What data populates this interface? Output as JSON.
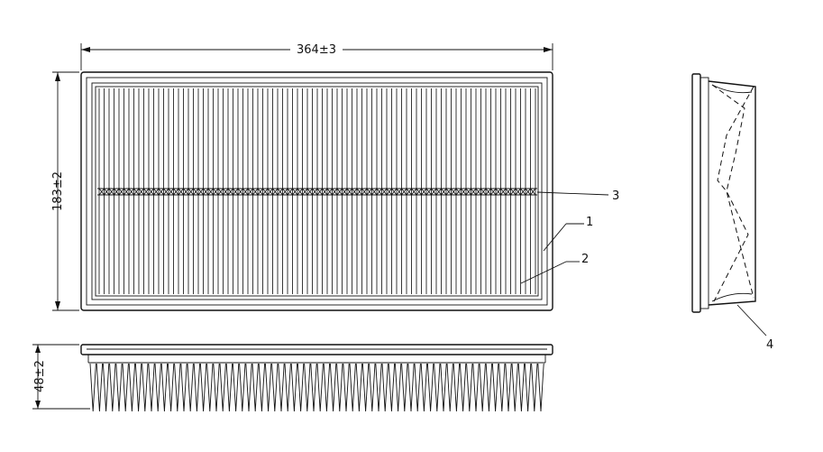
{
  "dimensions": {
    "length": "364±3",
    "width": "183±2",
    "height": "48±2"
  },
  "callouts": [
    "1",
    "2",
    "3",
    "4"
  ]
}
